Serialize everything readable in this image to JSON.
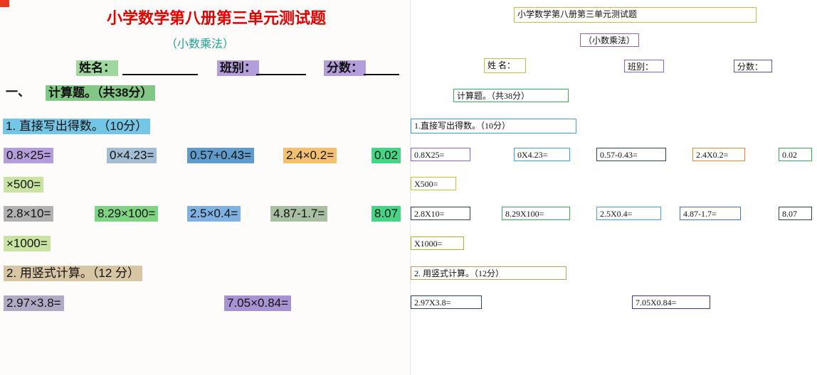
{
  "left": {
    "title": "小学数学第八册第三单元测试题",
    "subtitle": "（小数乘法）",
    "name_label": "姓名：",
    "class_label": "班别：",
    "score_label": "分数：",
    "section_no": "一、",
    "section_title": "计算题。（共38分）",
    "q1_title": "1. 直接写出得数。（10分）",
    "row1": [
      "0.8×25=",
      "0×4.23=",
      "0.57+0.43=",
      "2.4×0.2=",
      "0.02"
    ],
    "row1_cont": "×500=",
    "row2": [
      "2.8×10=",
      "8.29×100=",
      "2.5×0.4=",
      "4.87-1.7=",
      "8.07"
    ],
    "row2_cont": "×1000=",
    "q2_title": "2. 用竖式计算。（12 分）",
    "vertical": [
      "2.97×3.8=",
      "7.05×0.84="
    ]
  },
  "right": {
    "title": "小学数学第八册第三单元测试题",
    "subtitle": "（小数乘法）",
    "name_label": "姓 名：",
    "class_label": "班别：",
    "score_label": "分数：",
    "section_title": "计算题。（共38分）",
    "q1_title": "1.直接写出得数。（10分）",
    "row1": [
      "0.8X25=",
      "0X4.23=",
      "0.57-0.43=",
      "2.4X0.2=",
      "0.02"
    ],
    "row1_cont": "X500=",
    "row2": [
      "2.8X10=",
      "8.29X100=",
      "2.5X0.4=",
      "4.87-1.7=",
      "8.07"
    ],
    "row2_cont": "X1000=",
    "q2_title": "2. 用竖式计算。（12分）",
    "vertical": [
      "2.97X3.8=",
      "7.05X0.84="
    ]
  },
  "colors": {
    "title_text": "#e00000",
    "subtitle_text": "#1fa08e",
    "marker_red": "#e83a22",
    "highlight_purple": "#b39ddb",
    "highlight_green": "#82c785",
    "highlight_blue": "#5f9ccc",
    "highlight_orange": "#f2c06e",
    "highlight_tan": "#d8c5a4",
    "border_yellow": "#c9bd45",
    "border_purple": "#8a63c8",
    "border_green": "#35ad52",
    "border_blue": "#3fa0dc",
    "border_dark": "#2f3f55",
    "border_orange": "#e08a2e"
  }
}
